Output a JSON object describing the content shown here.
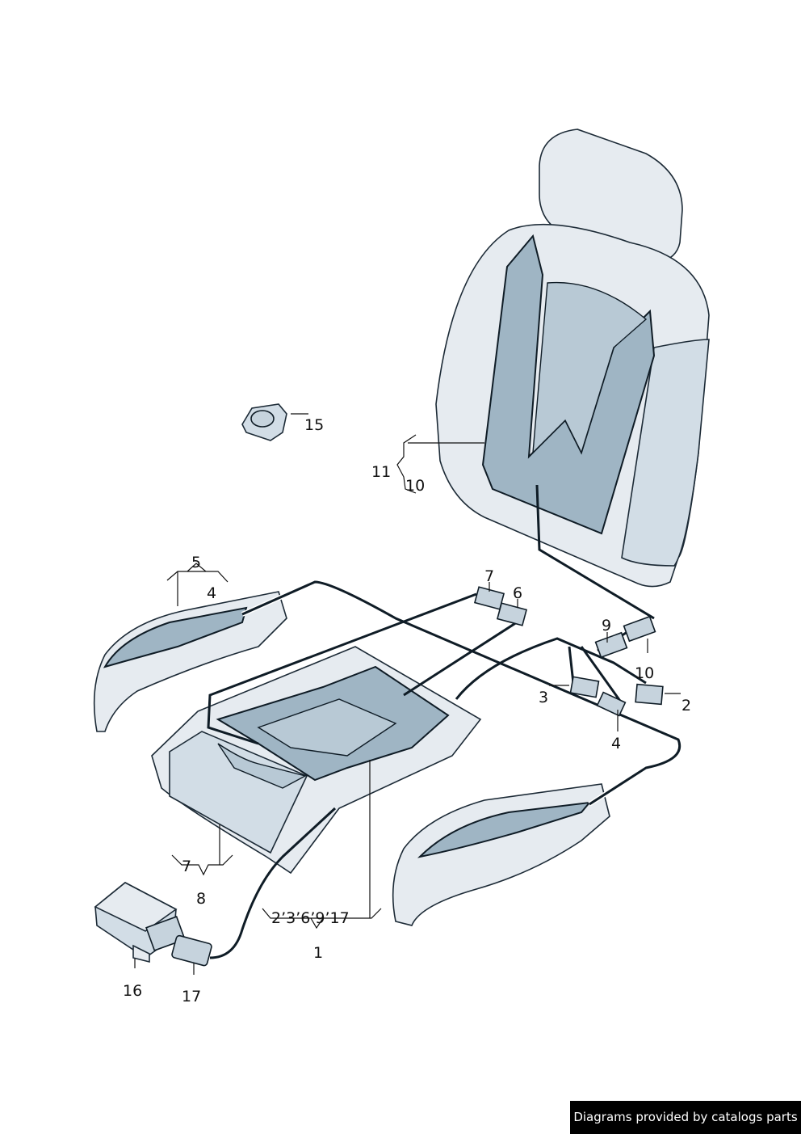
{
  "diagram": {
    "labels": {
      "p15": "15",
      "p11": "11",
      "p10a": "10",
      "p5": "5",
      "p4a": "4",
      "p7a": "7",
      "p6": "6",
      "p9": "9",
      "p10b": "10",
      "p3": "3",
      "p2": "2",
      "p4b": "4",
      "p7b": "7",
      "p8": "8",
      "group": "2’3’6’9’17",
      "p1": "1",
      "p16": "16",
      "p17": "17"
    }
  },
  "footer": {
    "text": "Diagrams provided by catalogs parts"
  }
}
